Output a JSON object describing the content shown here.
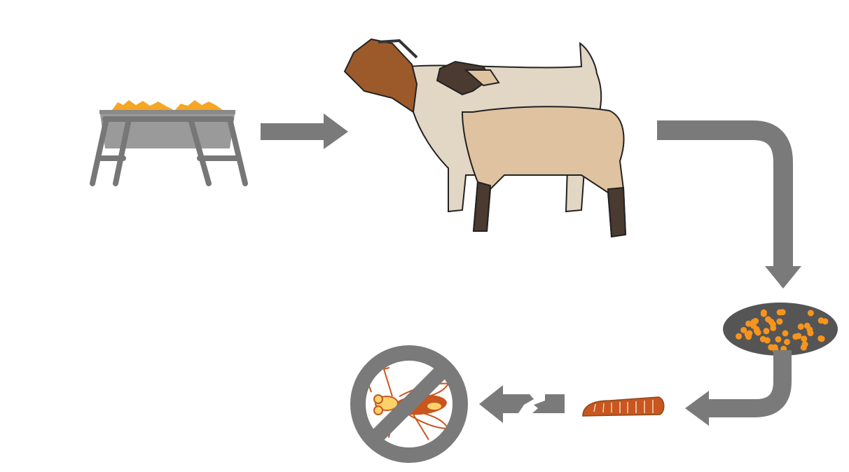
{
  "diagram": {
    "stages": [
      {
        "icon": "feed-trough-icon"
      },
      {
        "icon": "goat-and-sheep-icon"
      },
      {
        "icon": "dung-with-eggs-icon"
      },
      {
        "icon": "fly-larva-icon"
      },
      {
        "icon": "no-adult-fly-icon"
      }
    ],
    "arrows": [
      "trough-to-animals",
      "animals-to-dung",
      "dung-to-larva",
      "larva-to-fly-broken"
    ]
  },
  "colors": {
    "arrow": "#7a7a7a",
    "trough": "#9a9a9a",
    "trough_frame": "#777777",
    "feed": "#f5a623",
    "dung": "#555555",
    "eggs": "#f7941d",
    "insect": "#c8561e",
    "insect_highlight": "#fcd26b",
    "goat_head": "#9c5a2a",
    "goat_body": "#e2d6c4",
    "sheep_body": "#dfc2a0",
    "sheep_dark": "#4a3a30"
  }
}
